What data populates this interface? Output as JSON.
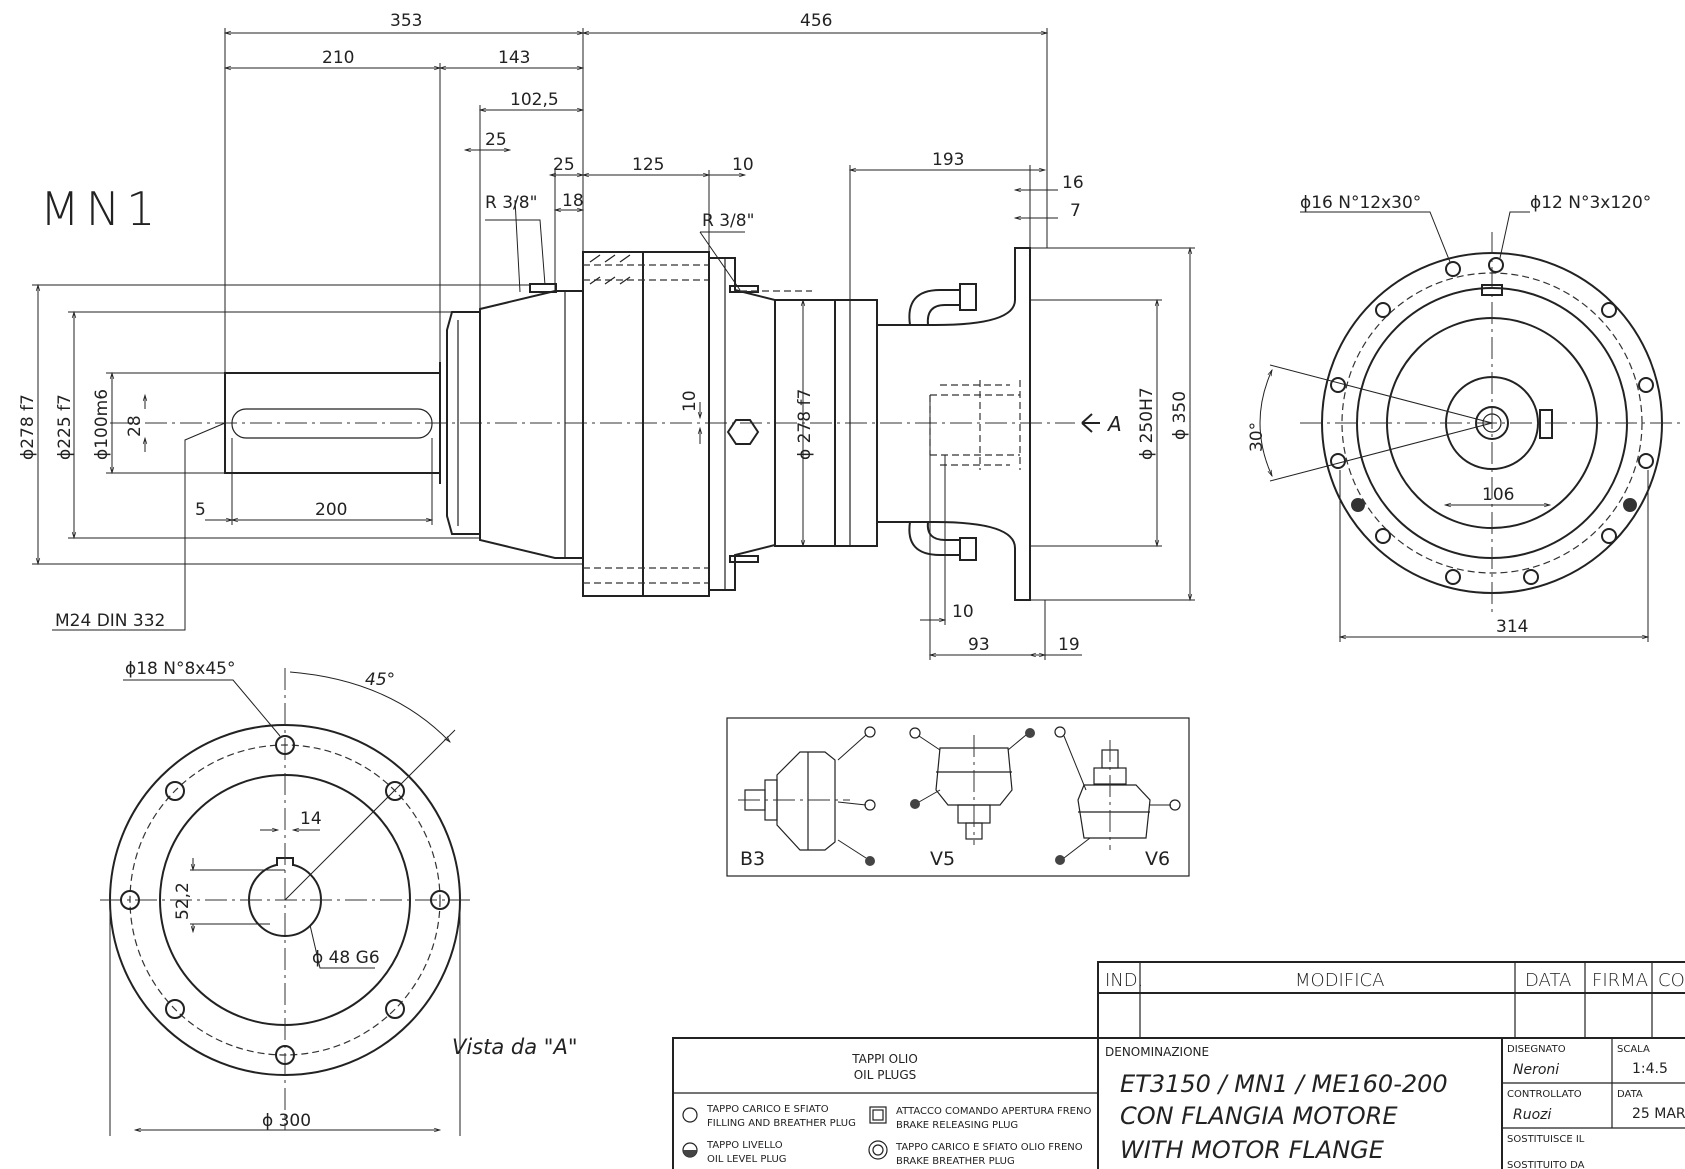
{
  "view_label": "MN1",
  "dims": {
    "d353": "353",
    "d456": "456",
    "d210": "210",
    "d143": "143",
    "d102_5": "102,5",
    "d25a": "25",
    "d25b": "25",
    "d125": "125",
    "d10a": "10",
    "d193": "193",
    "d16": "16",
    "d7": "7",
    "d18": "18",
    "r38a": "R 3/8\"",
    "r38b": "R 3/8\"",
    "d278": "ϕ278 f7",
    "d225": "ϕ225 f7",
    "d100": "ϕ100m6",
    "d28": "28",
    "d5": "5",
    "d200": "200",
    "m24": "M24 DIN 332",
    "d10b": "10",
    "d278b": "ϕ 278 f7",
    "d250": "ϕ 250H7",
    "d350": "ϕ 350",
    "arrowA": "A",
    "d10c": "10",
    "d93": "93",
    "d19": "19"
  },
  "right_view": {
    "holes16": "ϕ16 N°12x30°",
    "holes12": "ϕ12 N°3x120°",
    "angle30": "30°",
    "d106": "106",
    "d314": "314"
  },
  "bottom_view": {
    "holes18": "ϕ18 N°8x45°",
    "angle45": "45°",
    "d14": "14",
    "d52": "52,2",
    "d48": "ϕ 48 G6",
    "d300": "ϕ 300",
    "caption": "Vista da \"A\""
  },
  "mount": {
    "b3": "B3",
    "v5": "V5",
    "v6": "V6"
  },
  "title_block": {
    "ind": "IND.",
    "modifica": "MODIFICA",
    "data": "DATA",
    "firma": "FIRMA",
    "con": "CON",
    "denominazione": "DENOMINAZIONE",
    "name_line1": "ET3150 / MN1 / ME160-200",
    "name_line2": "CON FLANGIA MOTORE",
    "name_line3": "WITH MOTOR FLANGE",
    "disegnato": "DISEGNATO",
    "disegnato_name": "Neroni",
    "controllato": "CONTROLLATO",
    "controllato_name": "Ruozi",
    "scala": "SCALA",
    "scala_val": "1:4.5",
    "data_label": "DATA",
    "data_val": "25 MAR",
    "sostituisce": "SOSTITUISCE IL",
    "sostituito": "SOSTITUITO DA"
  },
  "plugs": {
    "title1": "TAPPI OLIO",
    "title2": "OIL PLUGS",
    "p1a": "TAPPO CARICO E SFIATO",
    "p1b": "FILLING AND BREATHER PLUG",
    "p2a": "TAPPO LIVELLO",
    "p2b": "OIL LEVEL PLUG",
    "p3a": "ATTACCO COMANDO APERTURA FRENO",
    "p3b": "BRAKE RELEASING PLUG",
    "p4a": "TAPPO CARICO E SFIATO OLIO FRENO",
    "p4b": "BRAKE BREATHER PLUG"
  }
}
